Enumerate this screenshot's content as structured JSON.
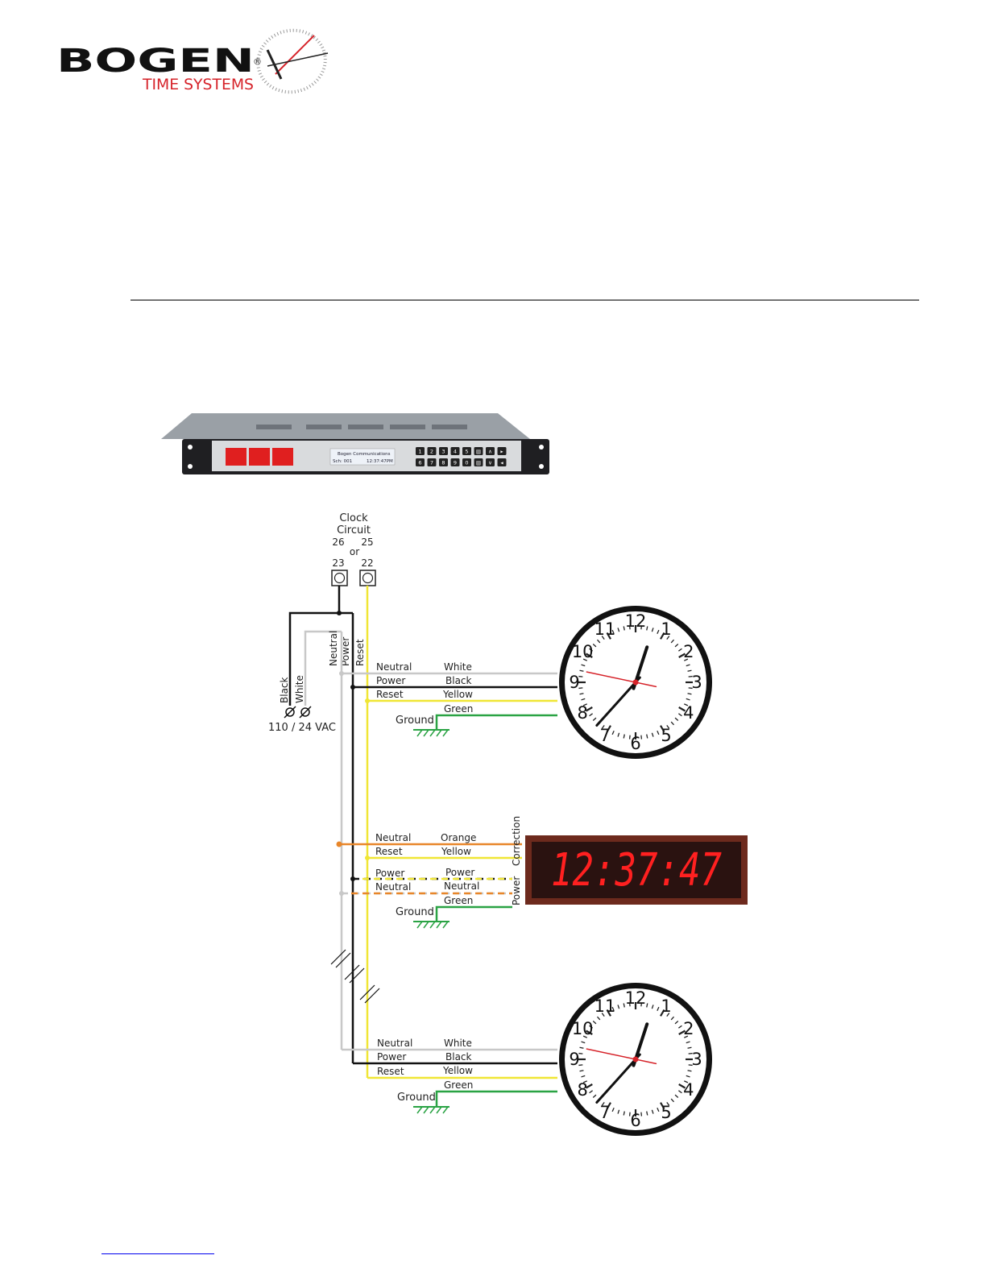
{
  "logo": {
    "brand": "BOGEN",
    "registered": "®",
    "subtitle": "TIME SYSTEMS"
  },
  "master_unit": {
    "lcd_line1": "Bogen Communications",
    "lcd_line2_left": "Sch: 001",
    "lcd_line2_right": "12:37:47PM",
    "keys_row1": [
      "1",
      "2",
      "3",
      "4",
      "5",
      "▤",
      "∧",
      "▸"
    ],
    "keys_row2": [
      "6",
      "7",
      "8",
      "9",
      "0",
      "▤",
      "∨",
      "◂"
    ]
  },
  "diagram": {
    "circuit_title_1": "Clock",
    "circuit_title_2": "Circuit",
    "term_a_alt": "26",
    "term_b_alt": "25",
    "or_label": "or",
    "term_a": "23",
    "term_b": "22",
    "vertical_neutral": "Neutral",
    "vertical_power": "Power",
    "vertical_reset": "Reset",
    "supply_black": "Black",
    "supply_white": "White",
    "supply_label": "110 / 24 VAC",
    "ground": "Ground",
    "clock_numbers": [
      "12",
      "1",
      "2",
      "3",
      "4",
      "5",
      "6",
      "7",
      "8",
      "9",
      "10",
      "11"
    ],
    "clock1": {
      "left": [
        "Neutral",
        "Power",
        "Reset"
      ],
      "right": [
        "White",
        "Black",
        "Yellow",
        "Green"
      ]
    },
    "digital": {
      "left_top": [
        "Neutral",
        "Reset"
      ],
      "right_top": [
        "Orange",
        "Yellow"
      ],
      "left_bottom": [
        "Power",
        "Neutral"
      ],
      "right_bottom": [
        "Power",
        "Neutral",
        "Green"
      ],
      "vertical_correction": "Correction",
      "vertical_power": "Power",
      "display": "12:37:47"
    },
    "clock2": {
      "left": [
        "Neutral",
        "Power",
        "Reset"
      ],
      "right": [
        "White",
        "Black",
        "Yellow",
        "Green"
      ]
    }
  },
  "colors": {
    "brand_red": "#d6232a",
    "wire_white": "#c8c8c8",
    "wire_black": "#111111",
    "wire_yellow": "#f0e635",
    "wire_green": "#2aa344",
    "wire_orange": "#e8862a",
    "display_red": "#ff2020"
  }
}
